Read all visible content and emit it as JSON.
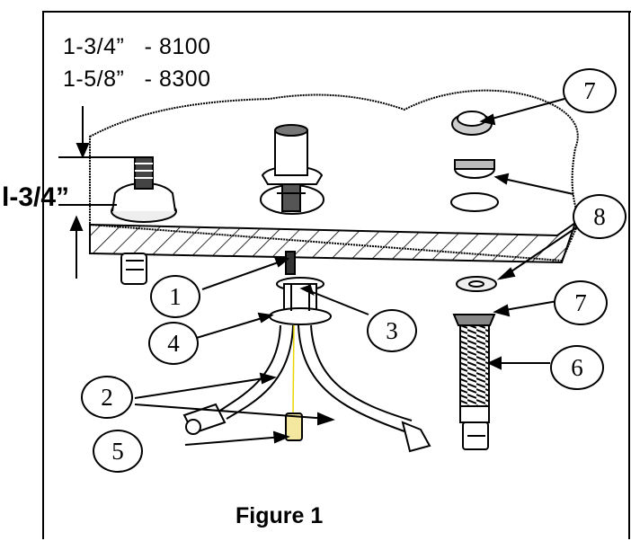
{
  "specs": [
    {
      "size": "1-3/4”",
      "sep": "-",
      "model": "8100"
    },
    {
      "size": "1-5/8”",
      "sep": "-",
      "model": "8300"
    }
  ],
  "dimension_label": "l-3/4”",
  "figure_caption": "Figure 1",
  "callouts": [
    "1",
    "2",
    "3",
    "4",
    "5",
    "6",
    "7",
    "7",
    "8"
  ]
}
